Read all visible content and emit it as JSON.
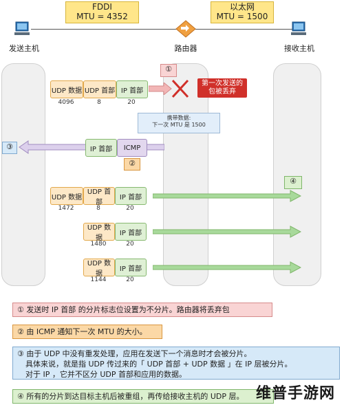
{
  "hosts": {
    "sender": "发送主机",
    "router": "路由器",
    "receiver": "接收主机"
  },
  "links": {
    "fddi": {
      "name": "FDDI",
      "mtu": "MTU = 4352"
    },
    "ethernet": {
      "name": "以太网",
      "mtu": "MTU = 1500"
    }
  },
  "first_packet": {
    "udp_data": "UDP 数据",
    "udp_header": "UDP 首部",
    "ip_header": "IP 首部",
    "n1": "4096",
    "n2": "8",
    "n3": "20",
    "step": "①",
    "drop_note": "第一次发送的包被丢弃"
  },
  "bubble": "携带数据:\n下一次 MTU 是 1500",
  "icmp": {
    "ip_header": "IP 首部",
    "icmp": "ICMP",
    "step": "②",
    "left_step": "③"
  },
  "fragments": [
    {
      "udp_data": "UDP 数据",
      "udp_header": "UDP 首部",
      "ip_header": "IP 首部",
      "n_data": "1472",
      "n_udp": "8",
      "n_ip": "20"
    },
    {
      "udp_data": "UDP 数据",
      "ip_header": "IP 首部",
      "n_data": "1480",
      "n_ip": "20"
    },
    {
      "udp_data": "UDP 数据",
      "ip_header": "IP 首部",
      "n_data": "1144",
      "n_ip": "20"
    }
  ],
  "receiver_step": "④",
  "notes": [
    "① 发送时 IP 首部 的分片标志位设置为不分片。路由器将丢弃包",
    "② 由 ICMP 通知下一次 MTU 的大小。",
    "③ 由于 UDP 中没有重发处理，应用在发送下一个消息时才会被分片。",
    "具体来说，就是指 UDP 传过来的「 UDP 首部 + UDP 数据 」在 IP 层被分片。",
    "对于 IP ，它并不区分 UDP 首部和应用的数据。",
    "④ 所有的分片到达目标主机后被重组，再传给接收主机的 UDP 层。"
  ],
  "watermark": "维普手游网",
  "colors": {
    "drop_red": "#d0302a",
    "arrow_green": "#a8d99b",
    "arrow_pink": "#f2b6b6"
  }
}
